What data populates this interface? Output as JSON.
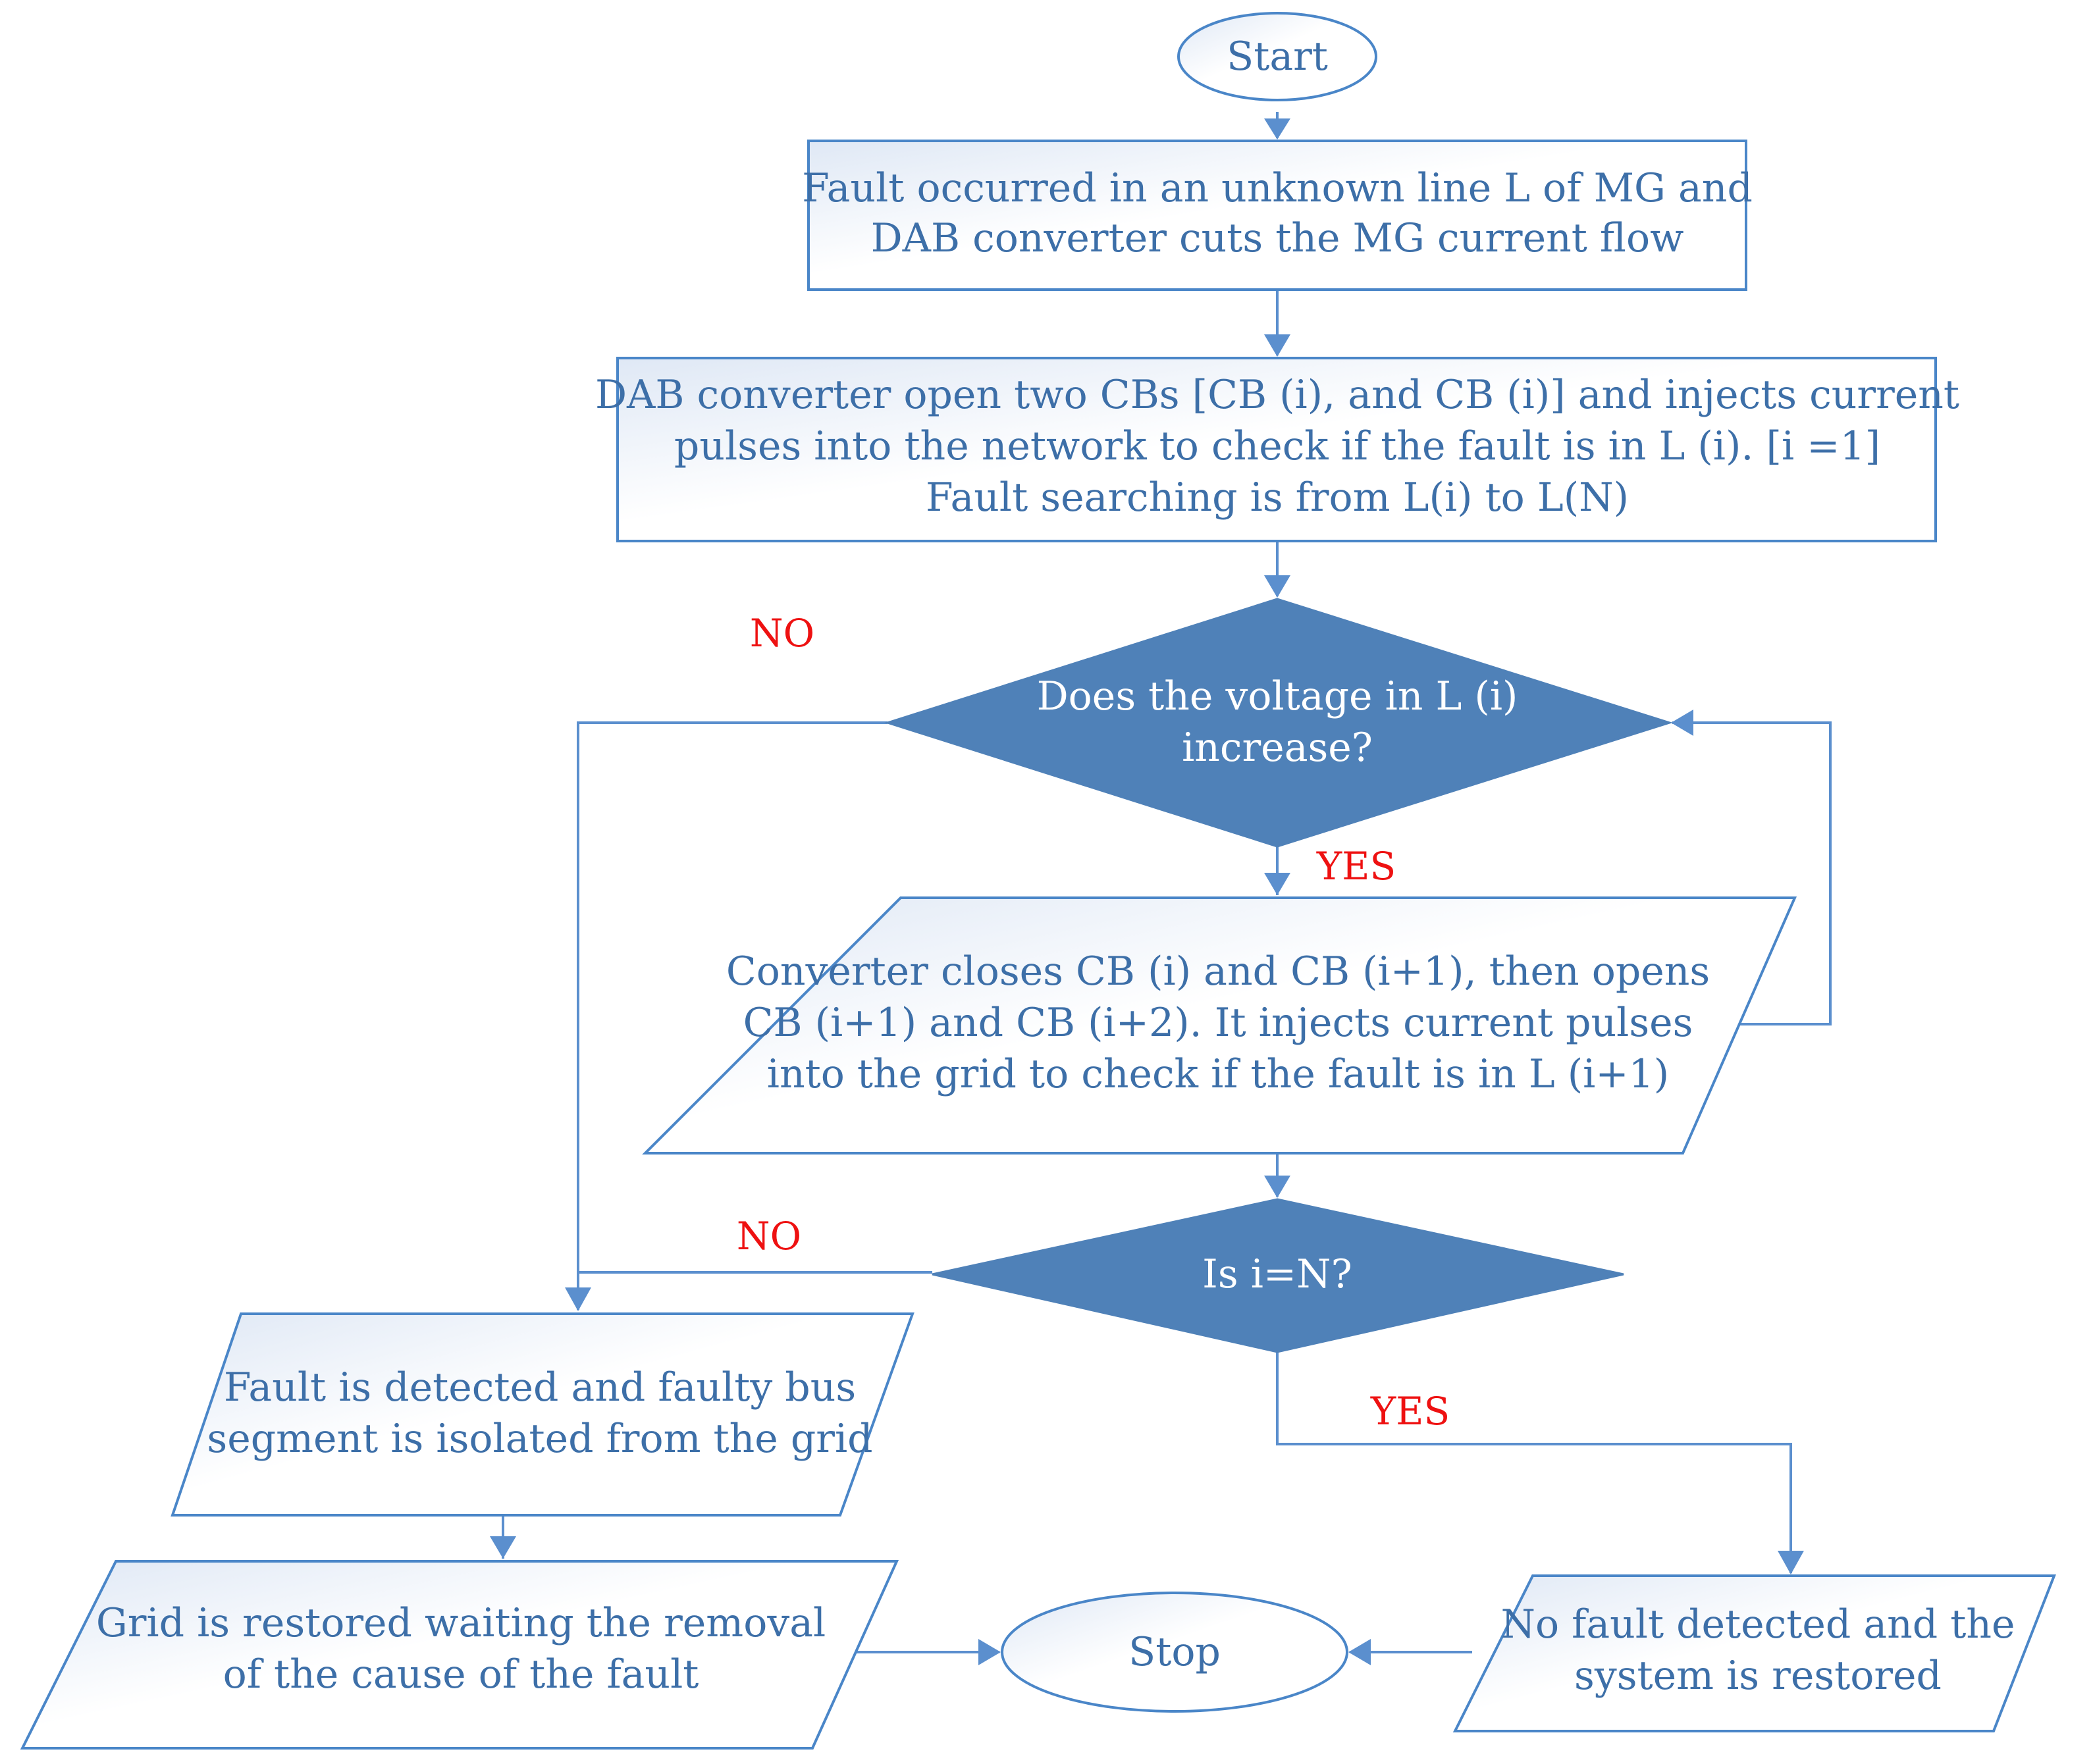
{
  "nodes": {
    "start": "Start",
    "fault_occurred": [
      "Fault occurred in an unknown line L of  MG and",
      "DAB converter cuts the MG current flow"
    ],
    "dab_open": [
      "DAB converter  open two CBs [CB (i), and CB (i)] and injects current",
      "pulses into the network to check if the fault is in L (i). [i =1]",
      "Fault searching is from L(i) to L(N)"
    ],
    "voltage_decision": [
      "Does the voltage in L (i)",
      "increase?"
    ],
    "converter_closes": [
      "Converter  closes CB (i) and CB (i+1), then opens",
      "CB (i+1) and CB (i+2). It injects current pulses",
      "into the grid to check if the fault is in L (i+1)"
    ],
    "i_equals_n": "Is i=N?",
    "fault_detected": [
      "Fault is detected and faulty bus",
      "segment is isolated from the grid"
    ],
    "grid_restored": [
      "Grid is restored waiting the removal",
      "of the cause of the fault"
    ],
    "stop": "Stop",
    "no_fault": [
      "No fault detected and the",
      "system is restored"
    ]
  },
  "edge_labels": {
    "voltage_no": "NO",
    "voltage_yes": "YES",
    "i_n_no": "NO",
    "i_n_yes": "YES"
  },
  "colors": {
    "text": "#3d6fa8",
    "lines": "#5b8fce",
    "decision_fill": "#4f81b8",
    "edge_label": "#ee1111"
  }
}
